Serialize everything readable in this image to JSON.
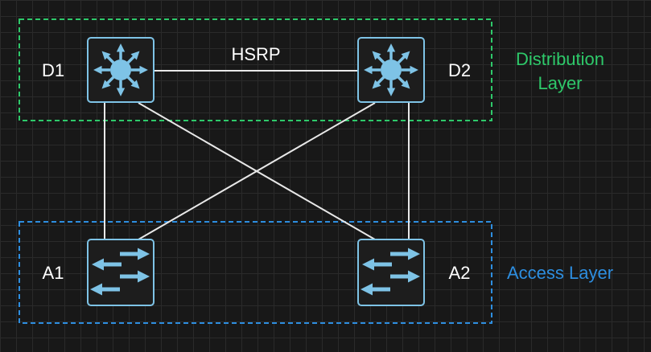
{
  "diagram": {
    "link_label": "HSRP",
    "distribution_zone": {
      "label_line1": "Distribution",
      "label_line2": "Layer",
      "color": "#2ec96a"
    },
    "access_zone": {
      "label": "Access Layer",
      "color": "#2d8ee0"
    },
    "devices": {
      "d1": {
        "label": "D1",
        "type": "multilayer-switch"
      },
      "d2": {
        "label": "D2",
        "type": "multilayer-switch"
      },
      "a1": {
        "label": "A1",
        "type": "layer2-switch"
      },
      "a2": {
        "label": "A2",
        "type": "layer2-switch"
      }
    },
    "link_color": "#e8e8e8",
    "icon_color": "#7ec3e6",
    "text_color": "#ffffff"
  }
}
